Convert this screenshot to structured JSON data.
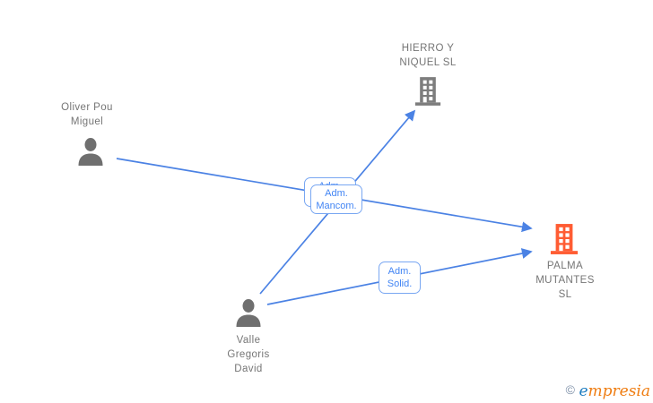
{
  "colors": {
    "edge_blue": "#4b82e4",
    "box_border": "#79a7f2",
    "box_text": "#4285f4",
    "label_gray": "#757575",
    "person_gray": "#6f6f6f",
    "building_gray": "#7d7d7d",
    "building_orange": "#ff5c33",
    "logo_copy": "#7e90a8",
    "logo_e": "#1e7dc0",
    "logo_rest": "#ef7d12"
  },
  "nodes": {
    "oliver": {
      "type": "person",
      "lines": [
        "Oliver Pou",
        "Miguel"
      ]
    },
    "valle": {
      "type": "person",
      "lines": [
        "Valle",
        "Gregoris",
        "David"
      ]
    },
    "hierro": {
      "type": "company",
      "lines": [
        "HIERRO Y",
        "NIQUEL SL"
      ]
    },
    "palma": {
      "type": "company",
      "lines": [
        "PALMA",
        "MUTANTES",
        "SL"
      ]
    }
  },
  "edges": [
    {
      "from": "Oliver Pou Miguel",
      "to": "PALMA MUTANTES SL",
      "label": "Adm. Mancom."
    },
    {
      "from": "Valle Gregoris David",
      "to": "HIERRO Y NIQUEL SL",
      "label": "Adm. Mancom."
    },
    {
      "from": "Valle Gregoris David",
      "to": "PALMA MUTANTES SL",
      "label": "Adm. Solid."
    }
  ],
  "edge_labels": {
    "mancom_back": {
      "line1": "Adm.",
      "line2": "Mancom."
    },
    "mancom_front": {
      "line1": "Adm.",
      "line2": "Mancom."
    },
    "solid": {
      "line1": "Adm.",
      "line2": "Solid."
    }
  },
  "logo": {
    "copyright": "©",
    "brand_lead": "e",
    "brand_rest": "mpresia"
  }
}
